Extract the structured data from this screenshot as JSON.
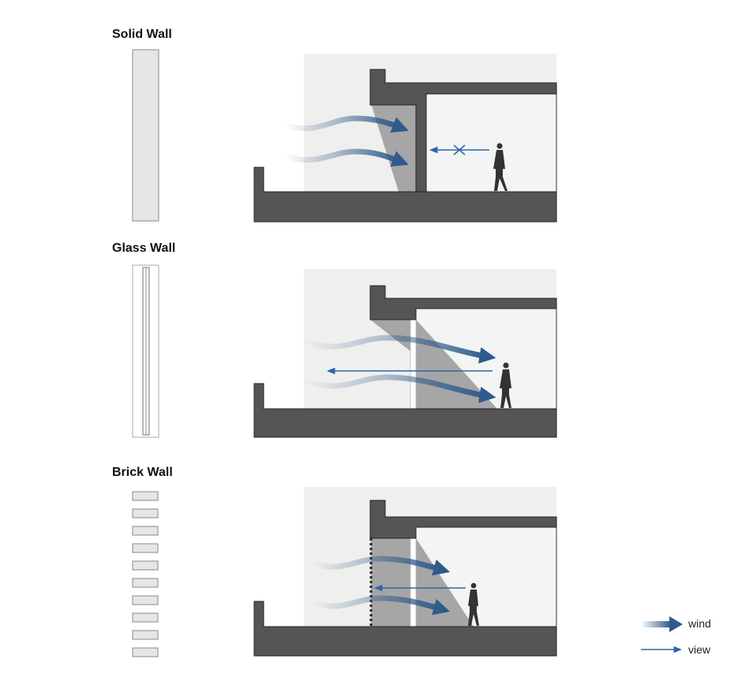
{
  "sections": [
    {
      "title": "Solid Wall"
    },
    {
      "title": "Glass Wall"
    },
    {
      "title": "Brick Wall"
    }
  ],
  "legend": {
    "wind_label": "wind",
    "view_label": "view"
  },
  "colors": {
    "concrete": "#555555",
    "background_wall": "#efefed",
    "interior": "#f3f4f4",
    "shadow": "#a6a6a6",
    "wind": "#2f5a8c",
    "view": "#2a66a8",
    "person": "#333333"
  }
}
